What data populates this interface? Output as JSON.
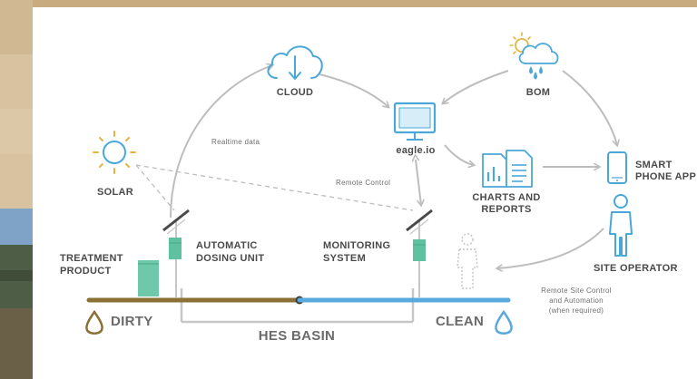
{
  "colors": {
    "dirty": "#8a7035",
    "clean": "#5aa9dd",
    "pipe": "#c7c7c7",
    "icon_blue": "#4aa8d8",
    "icon_green": "#5ec2a0",
    "arrow": "#bdbdbd",
    "text": "#4a4a4a"
  },
  "nodes": {
    "cloud": "CLOUD",
    "eagle": "eagle.io",
    "bom": "BOM",
    "solar": "SOLAR",
    "charts": "CHARTS AND\nREPORTS",
    "smart_phone": "SMART\nPHONE APP",
    "site_operator": "SITE OPERATOR",
    "treatment": "TREATMENT\nPRODUCT",
    "dosing": "AUTOMATIC\nDOSING UNIT",
    "monitoring": "MONITORING\nSYSTEM"
  },
  "edge_labels": {
    "realtime": "Realtime data",
    "remote_control": "Remote Control",
    "remote_site": "Remote Site Control\nand Automation\n(when required)"
  },
  "basin": {
    "dirty": "DIRTY",
    "clean": "CLEAN",
    "name": "HES BASIN"
  },
  "icons": [
    "cloud-download-icon",
    "monitor-icon",
    "weather-icon",
    "sun-icon",
    "chart-document-icon",
    "smartphone-icon",
    "person-icon",
    "droplet-icon"
  ]
}
